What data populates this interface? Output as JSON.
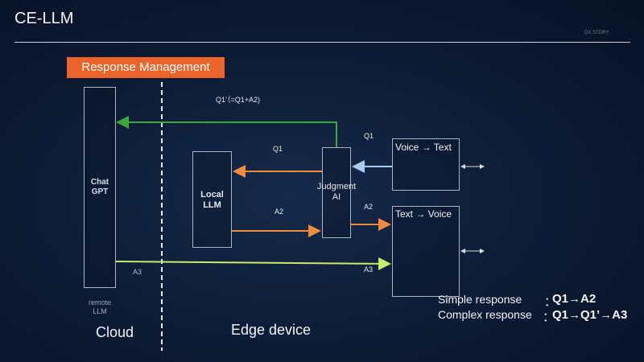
{
  "header": {
    "title": "CE-LLM",
    "corner_note": "DX STORY"
  },
  "response_management": {
    "label": "Response Management",
    "color": "#e8642a"
  },
  "nodes": {
    "chatgpt": "Chat\nGPT",
    "remote_llm": "remote\nLLM",
    "local_llm": "Local\nLLM",
    "judgment_ai": "Judgment\nAI",
    "voice_to_text": "Voice → Text",
    "text_to_voice": "Text → Voice"
  },
  "regions": {
    "cloud": "Cloud",
    "edge": "Edge device"
  },
  "edges": {
    "q1_prime": "Q1’（=Q1+A2)",
    "q1_to_local": "Q1",
    "a2_from_local": "A2",
    "q1_to_judge": "Q1",
    "a2_to_voice": "A2",
    "a3_cloud": "A3",
    "a3_edge": "A3"
  },
  "legend": {
    "simple_label": "Simple response",
    "simple_value": "Q1→A2",
    "complex_label": "Complex response",
    "complex_value": "Q1→Q1’→A3",
    "colon": "："
  },
  "colors": {
    "orange_arrow": "#f08a3c",
    "green_arrow": "#3ea83a",
    "lime_arrow": "#c9ec6a",
    "blue_arrow": "#a9cdf0"
  }
}
